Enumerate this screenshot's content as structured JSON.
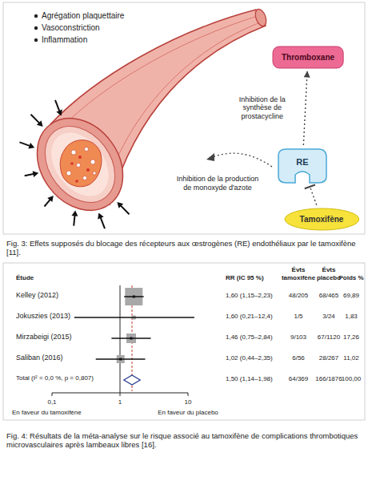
{
  "diagram": {
    "nodes": [
      {
        "text": [
          "Thromboxane"
        ]
      },
      {
        "text": [
          "RE"
        ]
      },
      {
        "text": [
          "Tamoxifène"
        ]
      }
    ],
    "edges": [
      {
        "from": 1,
        "to": 0,
        "arrow": "to",
        "label": "Inhibition de la synthèse de prostacycline"
      },
      {
        "from": 2,
        "to": 1,
        "arrow": "to"
      }
    ],
    "labels": [
      "Agrégation plaquettaire",
      "Vasoconstriction",
      "Inflammation",
      "Inhibition de la production de monoxyde d'azote",
      "Fig. 3: Effets supposés du blocage des récepteurs aux œstrogènes (RE) endothéliaux par le tamoxifène [11].",
      "Étude",
      "RR (IC 95 %)",
      "Évts tamoxifène",
      "Évts placebo",
      "Poids %",
      "Kelley (2012)",
      "1,60 (1,15–2,23)",
      "48/205",
      "68/465",
      "69,89",
      "Jokuszies (2013)",
      "1,60 (0,21–12,4)",
      "1/5",
      "3/24",
      "1,83",
      "Mirzabeigi (2015)",
      "1,46 (0,75–2,84)",
      "9/103",
      "67/1120",
      "17,26",
      "Saliban (2016)",
      "1,02 (0,44–2,35)",
      "6/56",
      "28/267",
      "11,02",
      "Total (I² = 0,0 %, p = 0,807)",
      "1,50 (1,14–1,98)",
      "64/369",
      "166/1876",
      "100,00",
      "0,1",
      "1",
      "10",
      "En faveur du tamoxifène",
      "En faveur du placebo",
      "Fig. 4: Résultats de la méta-analyse sur le risque associé au tamoxifène de complications thrombotiques microvasculaires après lambeaux libres [16]."
    ]
  }
}
